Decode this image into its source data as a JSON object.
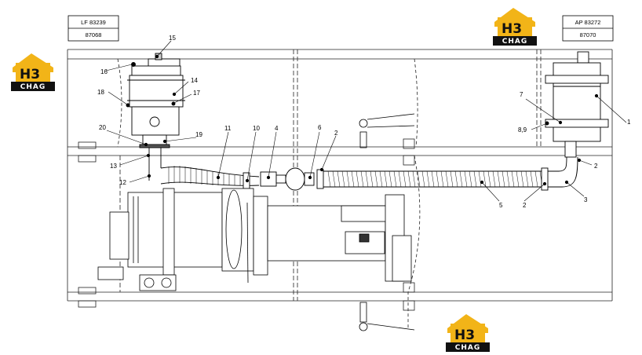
{
  "part_boxes": [
    {
      "top": "LF 83239",
      "bottom": "87068"
    },
    {
      "top": "AP 83272",
      "bottom": "87070"
    }
  ],
  "logo": {
    "mark": "H3",
    "text": "CHAG",
    "color": "#f2b418",
    "name": "h3-chag-logo"
  },
  "callouts": [
    "1",
    "2",
    "2",
    "2",
    "3",
    "4",
    "5",
    "6",
    "7",
    "8,9",
    "10",
    "11",
    "12",
    "13",
    "14",
    "15",
    "16",
    "17",
    "18",
    "19",
    "20"
  ]
}
